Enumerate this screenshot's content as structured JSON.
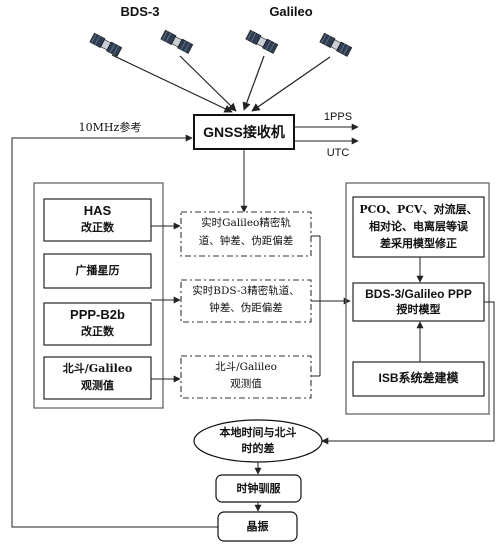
{
  "satellites": {
    "group_left_label": "BDS-3",
    "group_right_label": "Galileo"
  },
  "receiver": {
    "label": "GNSS接收机",
    "out_pps": "1PPS",
    "out_utc": "UTC",
    "ref_label": "10MHz参考"
  },
  "left_panel": {
    "has_title": "HAS",
    "has_sub": "改正数",
    "broadcast": "广播星历",
    "ppp_title": "PPP-B2b",
    "ppp_sub": "改正数",
    "obs_line1": "北斗/Galileo",
    "obs_line2": "观测值"
  },
  "middle": {
    "galileo_line1": "实时Galileo精密轨",
    "galileo_line2": "道、钟差、伪距偏差",
    "bds_line1": "实时BDS-3精密轨道、",
    "bds_line2": "钟差、伪距偏差",
    "obs_line1": "北斗/Galileo",
    "obs_line2": "观测值"
  },
  "right_panel": {
    "error_line1": "PCO、PCV、对流层、",
    "error_line2": "相对论、电离层等误",
    "error_line3": "差采用模型修正",
    "model_line1": "BDS-3/Galileo PPP",
    "model_line2": "授时模型",
    "isb": "ISB系统差建模"
  },
  "bottom": {
    "diff_line1": "本地时间与北斗",
    "diff_line2": "时的差",
    "steer": "时钟驯服",
    "crystal": "晶振"
  }
}
